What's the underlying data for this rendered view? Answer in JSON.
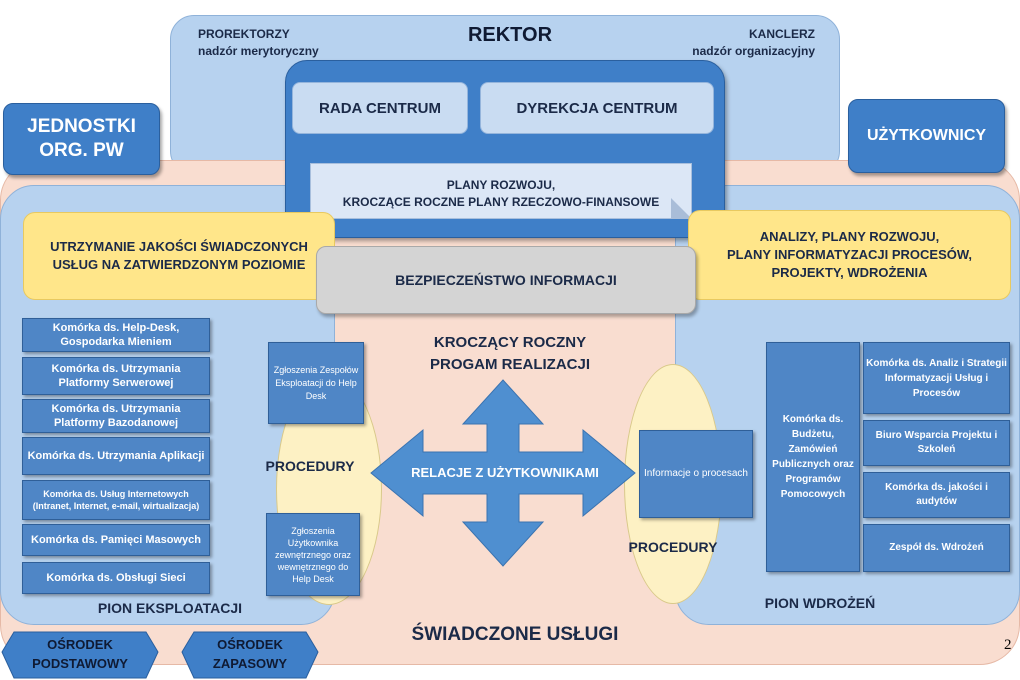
{
  "top": {
    "rektor": "REKTOR",
    "prorektorzy_line1": "PROREKTORZY",
    "prorektorzy_line2": "nadzór merytoryczny",
    "kanclerz_line1": "KANCLERZ",
    "kanclerz_line2": "nadzór organizacyjny"
  },
  "centrum": {
    "rada": "RADA CENTRUM",
    "dyrekcja": "DYREKCJA  CENTRUM",
    "plany_line1": "PLANY ROZWOJU,",
    "plany_line2": "KROCZĄCE ROCZNE PLANY RZECZOWO-FINANSOWE"
  },
  "side": {
    "jednostki_line1": "JEDNOSTKI",
    "jednostki_line2": "ORG. PW",
    "uzytkownicy": "UŻYTKOWNICY"
  },
  "bands": {
    "left_line1": "UTRZYMANIE JAKOŚCI ŚWIADCZONYCH",
    "left_line2": "USŁUG NA ZATWIERDZONYM POZIOMIE",
    "right_line1": "ANALIZY, PLANY ROZWOJU,",
    "right_line2": "PLANY INFORMATYZACJI PROCESÓW,",
    "right_line3": "PROJEKTY, WDROŻENIA",
    "security": "BEZPIECZEŃSTWO INFORMACJI"
  },
  "center": {
    "program_line1": "KROCZĄCY ROCZNY",
    "program_line2": "PROGAM REALIZACJI",
    "relacje": "RELACJE Z UŻYTKOWNIKAMI",
    "uslugi": "ŚWIADCZONE USŁUGI",
    "page_number": "2"
  },
  "pion_eksploatacji": {
    "title": "PION EKSPLOATACJI",
    "cells": [
      "Komórka ds. Help-Desk, Gospodarka Mieniem",
      "Komórka ds. Utrzymania Platformy Serwerowej",
      "Komórka ds. Utrzymania Platformy Bazodanowej",
      "Komórka ds. Utrzymania Aplikacji",
      "Komórka ds. Usług Internetowych (Intranet, Internet, e-mail, wirtualizacja)",
      "Komórka ds. Pamięci Masowych",
      "Komórka ds. Obsługi Sieci"
    ],
    "zgloszenia_top": "Zgłoszenia Zespołów Eksploatacji do Help Desk",
    "zgloszenia_bottom": "Zgłoszenia Użytkownika zewnętrznego oraz wewnętrznego do Help Desk",
    "procedury": "PROCEDURY"
  },
  "pion_wdrozen": {
    "title": "PION WDROŻEŃ",
    "informacje": "Informacje o procesach",
    "procedury": "PROCEDURY",
    "budzet": "Komórka ds. Budżetu, Zamówień Publicznych oraz Programów Pomocowych",
    "cells": [
      "Komórka ds. Analiz i Strategii Informatyzacji Usług i Procesów",
      "Biuro Wsparcia Projektu i Szkoleń",
      "Komórka ds. jakości i audytów",
      "Zespół ds. Wdrożeń"
    ]
  },
  "osrodki": {
    "podstawowy_line1": "OŚRODEK",
    "podstawowy_line2": "PODSTAWOWY",
    "zapasowy_line1": "OŚRODEK",
    "zapasowy_line2": "ZAPASOWY"
  }
}
